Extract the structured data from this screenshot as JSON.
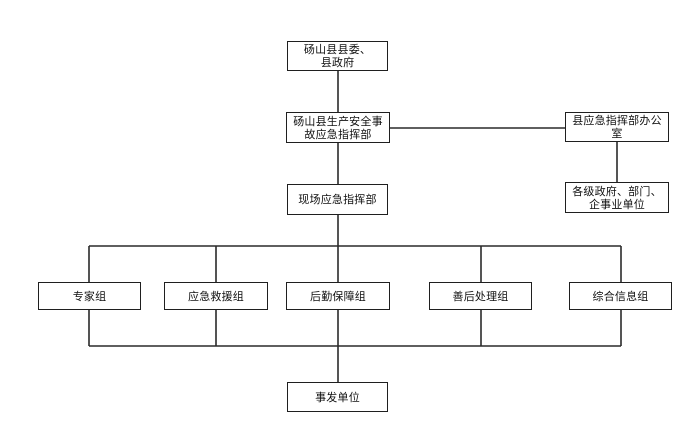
{
  "diagram": {
    "nodes": {
      "county_committee": "砀山县县委、\n县政府",
      "safety_command": "砀山县生产安全事\n故应急指挥部",
      "emergency_office": "县应急指挥部办公\n室",
      "gov_units": "各级政府、部门、\n企事业单位",
      "onsite_command": "现场应急指挥部",
      "expert_group": "专家组",
      "rescue_group": "应急救援组",
      "logistics_group": "后勤保障组",
      "aftermath_group": "善后处理组",
      "info_group": "综合信息组",
      "incident_unit": "事发单位"
    },
    "colors": {
      "line": "#2a2a2a",
      "border": "#1f1f1f",
      "text": "#111111",
      "background": "#ffffff"
    }
  }
}
